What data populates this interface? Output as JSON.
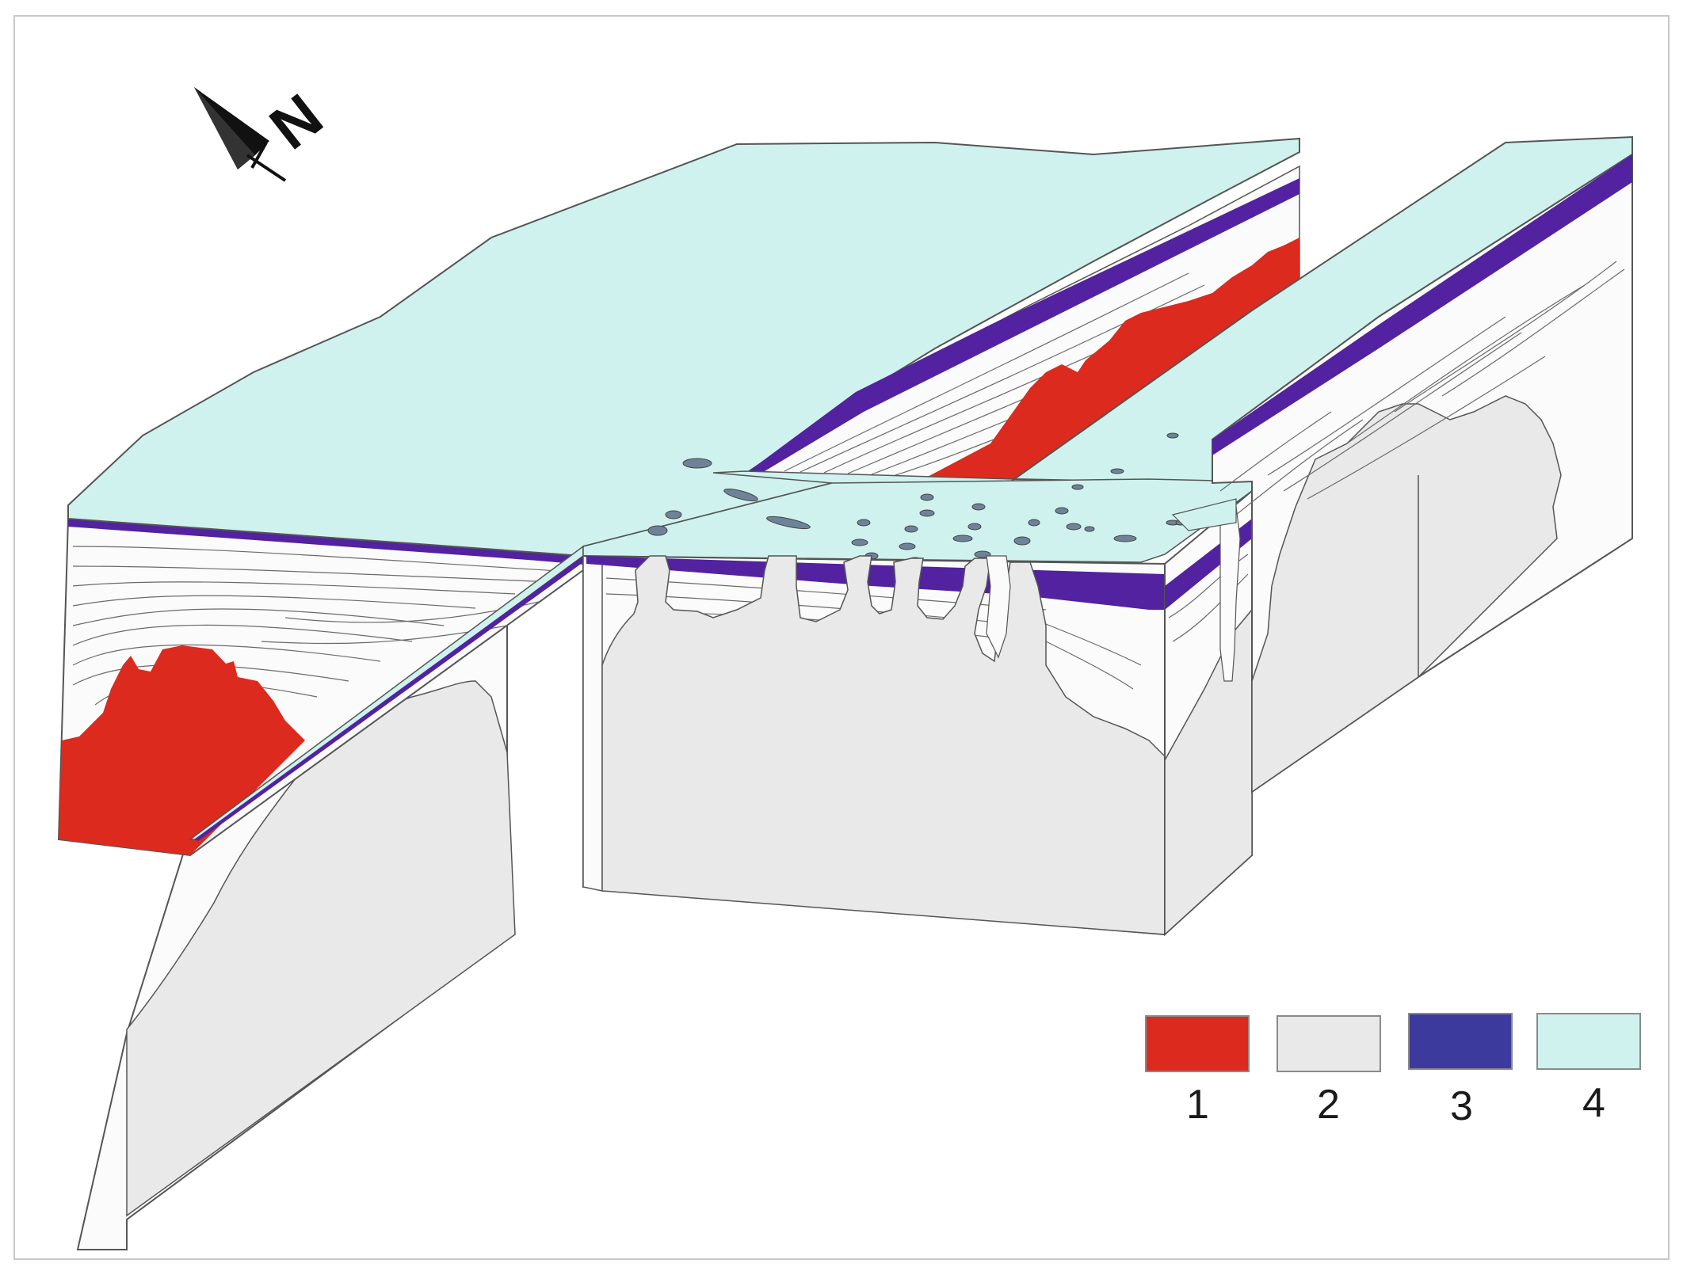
{
  "colors": {
    "unit_1": "#dc2a1e",
    "unit_2": "#e9e9e9",
    "unit_3": "#3d3a9e",
    "unit_4": "#cff2ee",
    "purple_layer": "#5222a0",
    "outline": "#555555",
    "lens": "#6f8398",
    "white_face": "#fbfbfb"
  },
  "north_arrow": {
    "label": "N",
    "icon": "north-arrow-icon"
  },
  "legend": {
    "items": [
      {
        "id": "unit-1",
        "label": "1",
        "color": "#dc2a1e"
      },
      {
        "id": "unit-2",
        "label": "2",
        "color": "#e9e9e9"
      },
      {
        "id": "unit-3",
        "label": "3",
        "color": "#3d3a9e"
      },
      {
        "id": "unit-4",
        "label": "4",
        "color": "#cff2ee"
      }
    ]
  }
}
